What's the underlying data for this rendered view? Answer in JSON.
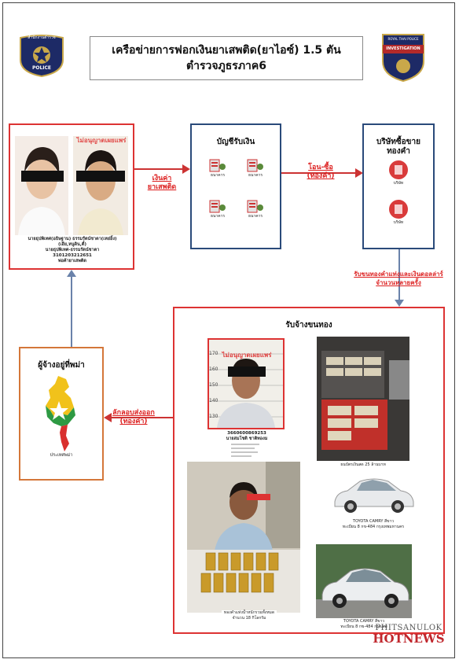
{
  "header": {
    "title_line1": "เครือข่ายการฟอกเงินยาเสพติด(ยาไอซ์) 1.5 ตัน",
    "title_line2": "ตำรวจภูธรภาค6",
    "left_badge_text": "POLICE",
    "left_badge_top": "สำนักงานตำรวจ",
    "right_badge_top": "ROYAL THAI POLICE",
    "right_badge_band": "INVESTIGATION"
  },
  "suspects": {
    "stamp_text": "ไม่อนุญาตเผยแพร่",
    "caption_line1": "นายธุปพิเทศ(อธิษฐาน) ธรรมรัตน์ชาตา(เหย่อิ้ง)",
    "caption_line2": "(เฮีย,หนูดิน,ตี๋)",
    "caption_line3": "นายธุปพิเทศ-ธรรมรัตน์ชาตา",
    "caption_line4": "3101203212651",
    "caption_line5": "พ่อค้ายาเสพติด"
  },
  "arrows": {
    "money_label_line1": "เงินค่า",
    "money_label_line2": "ยาเสพติด",
    "transfer_label_line1": "โอน-ซื้อ",
    "transfer_label_line2": "(ทองคำ)",
    "deliver_label_line1": "รับขนทองคำแท่งและเงินดอลล่าร์",
    "deliver_label_line2": "จำนวนหลายครั้ง",
    "smuggle_label_line1": "ลักลอบส่งออก",
    "smuggle_label_line2": "(ทองคำ)"
  },
  "bank_box": {
    "title": "บัญชีรับเงิน",
    "accounts": [
      "ธนาคาร",
      "ธนาคาร",
      "ธนาคาร",
      "ธนาคาร"
    ]
  },
  "gold_company": {
    "title_line1": "บริษัทซื้อขาย",
    "title_line2": "ทองคำ",
    "companies": [
      "บริษัท",
      "บริษัท"
    ]
  },
  "myanmar_box": {
    "title": "ผู้จ้างอยู่ที่พม่า",
    "map_label": "ประเทศพม่า"
  },
  "courier_box": {
    "title": "รับจ้างขนทอง",
    "mugshot_stamp": "ไม่อนุญาตเผยแพร่",
    "mugshot_scale": [
      "170",
      "160",
      "150",
      "140",
      "130"
    ],
    "mugshot_id": "3660600869253",
    "mugshot_name": "นายสมโชติ ชาติทองม",
    "money_caption": "ธนบัตรเงินสด 25 ล้านบาท",
    "car1_caption_line1": "TOYOTA CAMRY สีขาว",
    "car1_caption_line2": "ทะเบียน 8 กข-484 กรุงเทพมหานคร",
    "gold_caption_line1": "ทองคำแท่งน้ำหนักรวมทั้งหมด",
    "gold_caption_line2": "จำนวน 18 กิโลกรัม",
    "car2_caption_line1": "TOYOTA CAMRY สีขาว",
    "car2_caption_line2": "ทะเบียน 8 กข-484 กรุงเทพ"
  },
  "watermark": {
    "line1": "PHITSANULOK",
    "line2": "HOTNEWS"
  },
  "colors": {
    "red": "#d22222",
    "blue": "#2a4a7a",
    "orange": "#d4773a"
  }
}
